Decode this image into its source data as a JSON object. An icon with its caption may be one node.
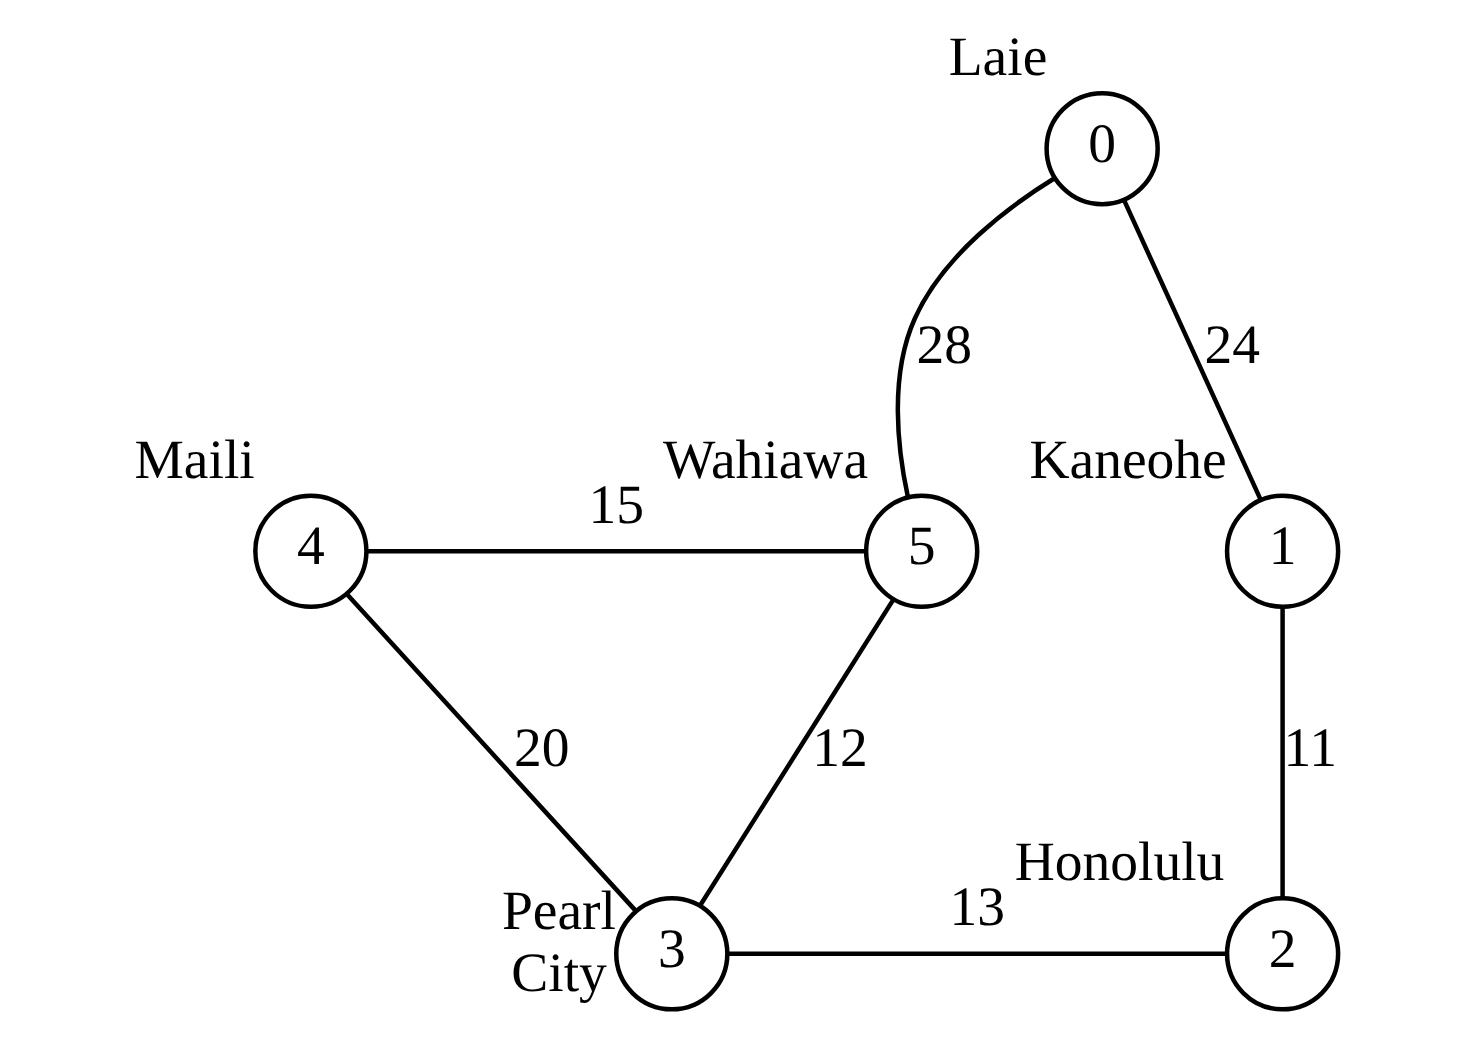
{
  "diagram": {
    "nodes": [
      {
        "text": [
          "0"
        ],
        "beside": [
          "Laie"
        ]
      },
      {
        "text": [
          "1"
        ],
        "beside": [
          "Kaneohe"
        ]
      },
      {
        "text": [
          "2"
        ],
        "beside": [
          "Honolulu"
        ]
      },
      {
        "text": [
          "3"
        ],
        "beside": [
          "Pearl City"
        ]
      },
      {
        "text": [
          "4"
        ],
        "beside": [
          "Maili"
        ]
      },
      {
        "text": [
          "5"
        ],
        "beside": [
          "Wahiawa"
        ]
      }
    ],
    "edges": [
      {
        "from": 5,
        "to": 0,
        "arrow": "none",
        "label": "28"
      },
      {
        "from": 0,
        "to": 1,
        "arrow": "none",
        "label": "24"
      },
      {
        "from": 4,
        "to": 5,
        "arrow": "none",
        "label": "15"
      },
      {
        "from": 5,
        "to": 3,
        "arrow": "none",
        "label": "12"
      },
      {
        "from": 1,
        "to": 2,
        "arrow": "none",
        "label": "11"
      },
      {
        "from": 4,
        "to": 3,
        "arrow": "none",
        "label": "20"
      },
      {
        "from": 3,
        "to": 2,
        "arrow": "none",
        "label": "13"
      }
    ]
  }
}
